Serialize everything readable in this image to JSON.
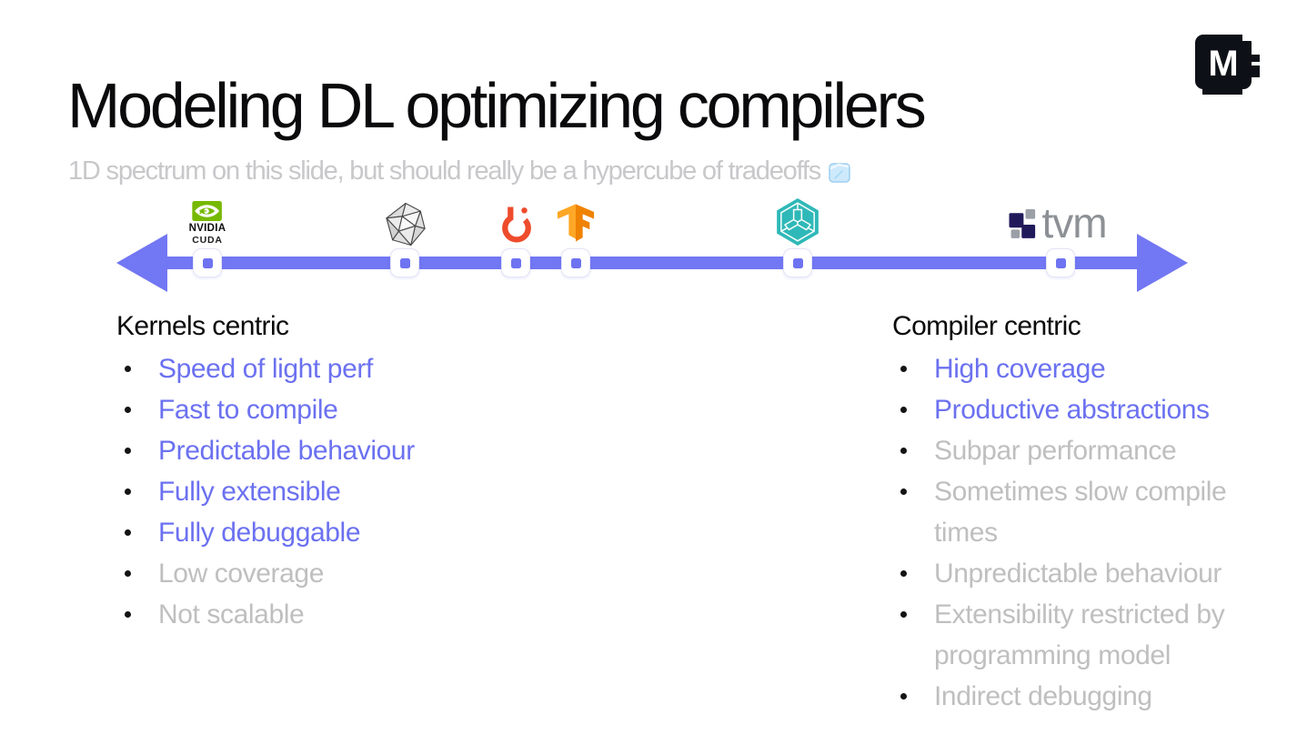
{
  "slide": {
    "title": "Modeling DL optimizing compilers",
    "subtitle": "1D spectrum on this slide, but should really be a hypercube of tradeoffs",
    "subtitle_emoji": "🧊"
  },
  "brand": {
    "logo_letter": "M"
  },
  "spectrum": {
    "arrow_color": "#7277f3",
    "marker_color": "#6e73f1",
    "logos": [
      {
        "icon": "nvidia-cuda-logo",
        "label": "NVIDIA",
        "sublabel": "CUDA"
      },
      {
        "icon": "triton-polyhedron-logo"
      },
      {
        "icon": "pytorch-flame-logo"
      },
      {
        "icon": "tensorflow-tf-logo"
      },
      {
        "icon": "iree-hexagon-cube-logo"
      },
      {
        "icon": "tvm-logo",
        "label": "tvm"
      }
    ]
  },
  "columns": {
    "left": {
      "heading": "Kernels centric",
      "items": [
        {
          "lines": [
            "Speed of light perf"
          ],
          "tone": "accent"
        },
        {
          "lines": [
            "Fast to compile"
          ],
          "tone": "accent"
        },
        {
          "lines": [
            "Predictable behaviour"
          ],
          "tone": "accent"
        },
        {
          "lines": [
            "Fully extensible"
          ],
          "tone": "accent"
        },
        {
          "lines": [
            "Fully debuggable"
          ],
          "tone": "accent"
        },
        {
          "lines": [
            "Low coverage"
          ],
          "tone": "muted"
        },
        {
          "lines": [
            "Not scalable"
          ],
          "tone": "muted"
        }
      ]
    },
    "right": {
      "heading": "Compiler centric",
      "items": [
        {
          "lines": [
            "High coverage"
          ],
          "tone": "accent"
        },
        {
          "lines": [
            "Productive abstractions"
          ],
          "tone": "accent"
        },
        {
          "lines": [
            "Subpar performance"
          ],
          "tone": "muted"
        },
        {
          "lines": [
            "Sometimes slow compile",
            "times"
          ],
          "tone": "muted"
        },
        {
          "lines": [
            "Unpredictable behaviour"
          ],
          "tone": "muted"
        },
        {
          "lines": [
            "Extensibility restricted by",
            "programming model"
          ],
          "tone": "muted"
        },
        {
          "lines": [
            "Indirect debugging"
          ],
          "tone": "muted"
        }
      ]
    }
  },
  "colors": {
    "accent_text": "#6b71f0",
    "muted_text": "#bfbfbf",
    "arrow": "#7277f3",
    "subtitle": "#c8c8cb",
    "title": "#0a0a0c"
  }
}
